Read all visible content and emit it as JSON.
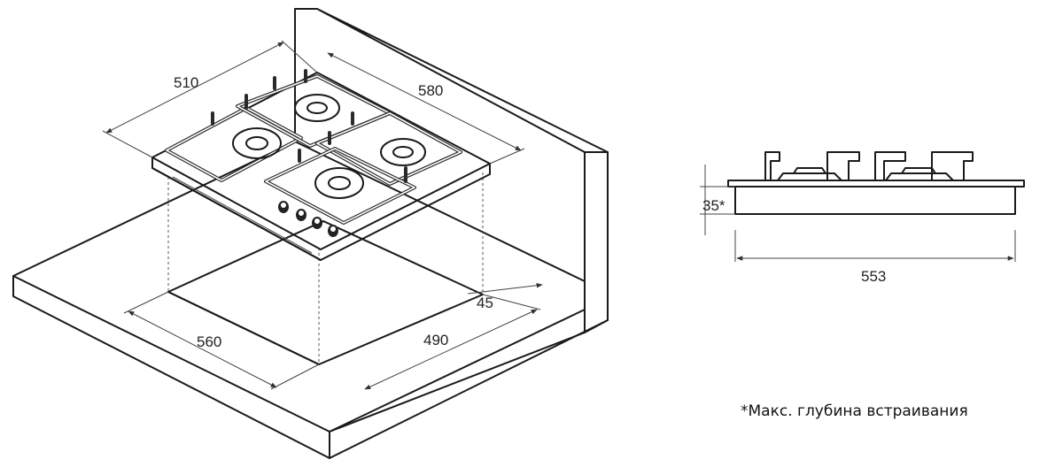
{
  "dimensions": {
    "hob_depth": "510",
    "hob_width": "580",
    "cutout_width": "560",
    "cutout_depth": "490",
    "edge_offset": "45",
    "installation_depth": "35*",
    "side_width": "553"
  },
  "footnote": "*Макс. глубина встраивания",
  "colors": {
    "line": "#1a1a1a",
    "dim_line": "#444444",
    "background": "#ffffff"
  }
}
